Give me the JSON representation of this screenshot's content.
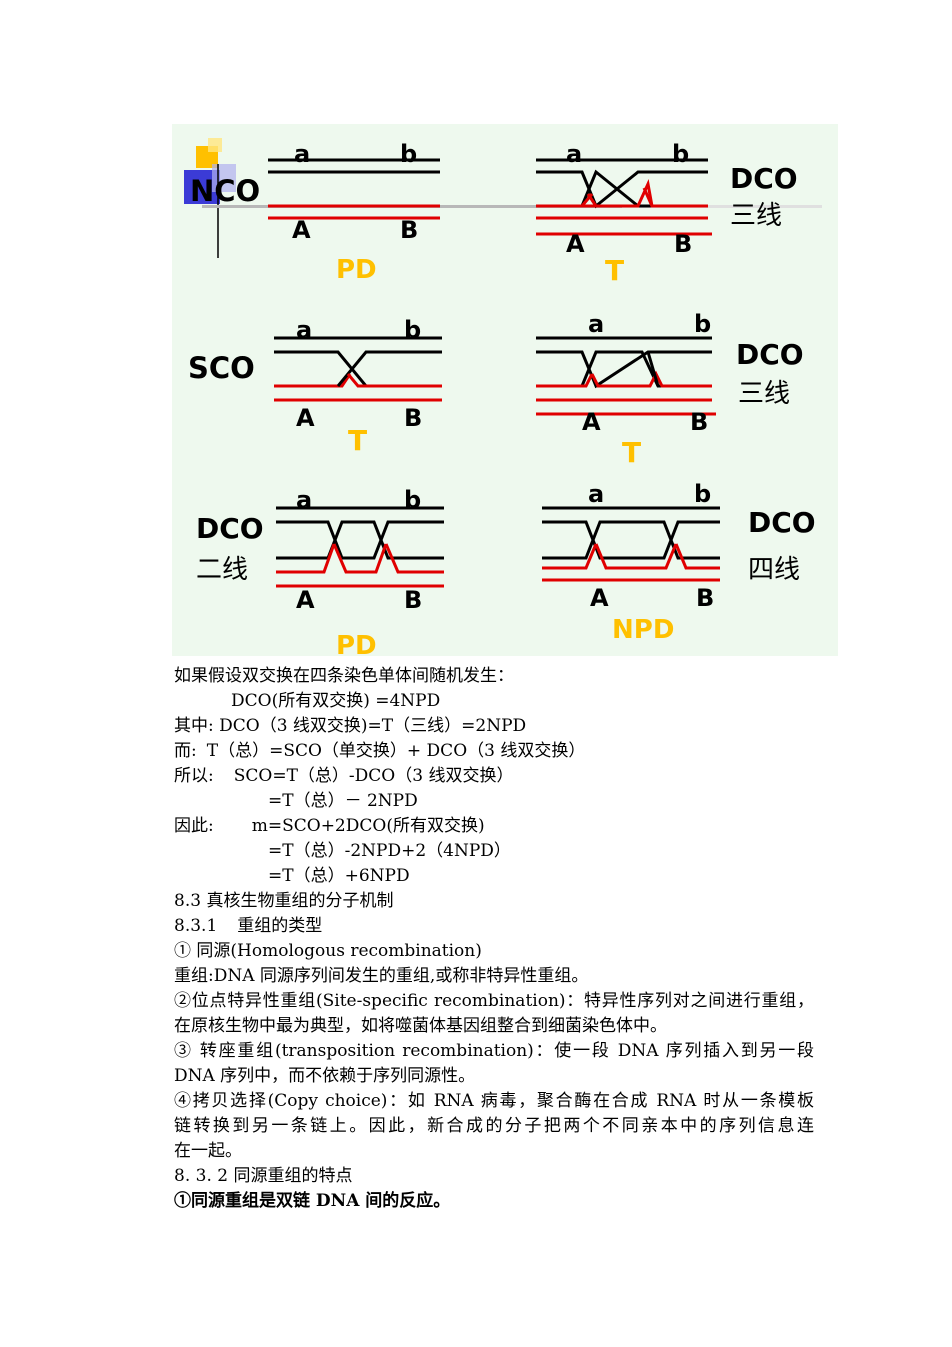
{
  "figure": {
    "background": "#eef9ee",
    "colors": {
      "black_strand": "#000000",
      "red_strand": "#e00000",
      "yellow_label": "#ffc000",
      "label": "#000000",
      "cube_yellow": "#ffc000",
      "cube_blue": "#3b3bd6"
    },
    "gene_labels": {
      "a": "a",
      "b": "b",
      "A": "A",
      "B": "B"
    },
    "panels": [
      {
        "row": 1,
        "side": "left",
        "left_label": "NCO",
        "class_label": "PD"
      },
      {
        "row": 1,
        "side": "right",
        "right_label_1": "DCO",
        "right_label_2": "三线",
        "class_label": "T"
      },
      {
        "row": 2,
        "side": "left",
        "left_label": "SCO",
        "class_label": "T"
      },
      {
        "row": 2,
        "side": "right",
        "right_label_1": "DCO",
        "right_label_2": "三线",
        "class_label": "T"
      },
      {
        "row": 3,
        "side": "left",
        "left_label_1": "DCO",
        "left_label_2": "二线",
        "class_label": "PD"
      },
      {
        "row": 3,
        "side": "right",
        "right_label_1": "DCO",
        "right_label_2": "四线",
        "class_label": "NPD"
      }
    ]
  },
  "lines": {
    "l1": "如果假设双交换在四条染色单体间随机发生：",
    "l2": "DCO(所有双交换) =4NPD",
    "l3": "其中: DCO（3 线双交换)=T（三线）=2NPD",
    "l4a": "而:",
    "l4b": "T（总）=SCO（单交换）+ DCO（3 线双交换）",
    "l5a": "所以:",
    "l5b": "SCO=T（总）-DCO（3 线双交换）",
    "l6": "=T（总）－ 2NPD",
    "l7a": "因此:",
    "l7b": "m=SCO+2DCO(所有双交换)",
    "l8": "=T（总）-2NPD+2（4NPD）",
    "l9": "=T（总）+6NPD",
    "l10": "8.3 真核生物重组的分子机制",
    "l11a": "8.3.1",
    "l11b": "重组的类型",
    "l12": "① 同源(Homologous recombination)",
    "l13": "重组:DNA 同源序列间发生的重组,或称非特异性重组。",
    "l14": "②位点特异性重组(Site-specific recombination)：特异性序列对之间进行重组，",
    "l15": "在原核生物中最为典型，如将噬菌体基因组整合到细菌染色体中。",
    "l16": "③ 转座重组(transposition recombination)：使一段 DNA 序列插入到另一段",
    "l17": "DNA 序列中，而不依赖于序列同源性。",
    "l18": "④拷贝选择(Copy choice)：如 RNA 病毒，聚合酶在合成 RNA 时从一条模板",
    "l19": "链转换到另一条链上。因此，新合成的分子把两个不同亲本中的序列信息连",
    "l20": "在一起。",
    "l21": "8. 3. 2 同源重组的特点",
    "l22": "①同源重组是双链 DNA 间的反应。"
  }
}
